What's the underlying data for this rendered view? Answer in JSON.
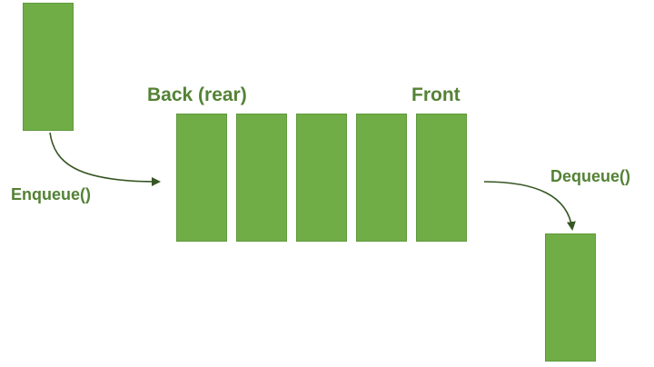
{
  "labels": {
    "back": "Back (rear)",
    "front": "Front",
    "enqueue": "Enqueue()",
    "dequeue": "Dequeue()"
  },
  "queue": {
    "slot_count": 5
  },
  "colors": {
    "block_fill": "#70ad47",
    "block_border": "#5f9a3c",
    "label_text": "#548235",
    "arrow": "#375623"
  }
}
